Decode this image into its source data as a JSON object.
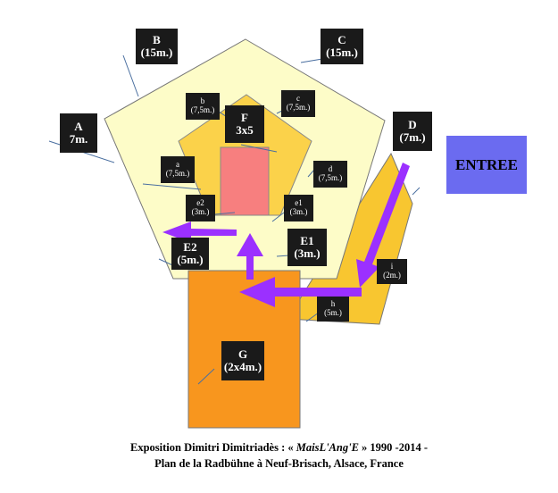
{
  "zones": {
    "A": {
      "name": "A",
      "size": "7m."
    },
    "B": {
      "name": "B",
      "size": "(15m.)"
    },
    "C": {
      "name": "C",
      "size": "(15m.)"
    },
    "D": {
      "name": "D",
      "size": "(7m.)"
    },
    "F": {
      "name": "F",
      "size": "3x5"
    },
    "b": {
      "name": "b",
      "size": "(7,5m.)"
    },
    "c": {
      "name": "c",
      "size": "(7,5m.)"
    },
    "a": {
      "name": "a",
      "size": "(7,5m.)"
    },
    "d": {
      "name": "d",
      "size": "(7,5m.)"
    },
    "e2": {
      "name": "e2",
      "size": "(3m.)"
    },
    "e1": {
      "name": "e1",
      "size": "(3m.)"
    },
    "E2": {
      "name": "E2",
      "size": "(5m.)"
    },
    "E1": {
      "name": "E1",
      "size": "(3m.)"
    },
    "i": {
      "name": "i",
      "size": "(2m.)"
    },
    "h": {
      "name": "h",
      "size": "(5m.)"
    },
    "G": {
      "name": "G",
      "size": "(2x4m.)"
    }
  },
  "entrance": {
    "label": "ENTREE"
  },
  "caption": {
    "line1_prefix": "Exposition Dimitri Dimitriadès : « ",
    "line1_title": "MaisL'Ang'E",
    "line1_suffix": " » 1990 -2014  -",
    "line2": "Plan de la Radbühne à Neuf-Brisach, Alsace, France"
  },
  "colors": {
    "outer_pentagon": "#fdfcc8",
    "inner_pentagon": "#fbd24a",
    "right_section": "#f8c630",
    "stage_F": "#f77f7f",
    "room_G": "#f8961e",
    "arrows": "#9b30ff",
    "entrance": "#6b6bf0",
    "label_bg": "#1a1a1a"
  }
}
